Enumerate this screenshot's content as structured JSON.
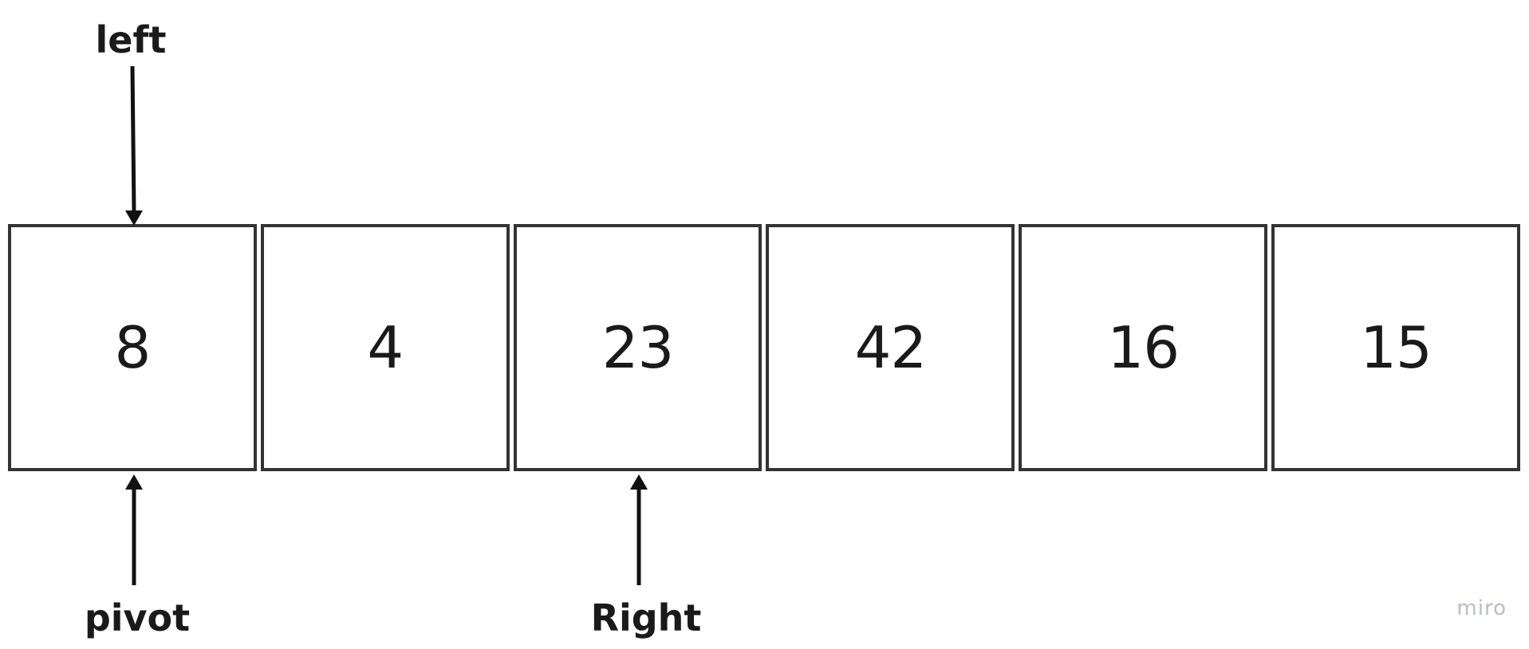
{
  "array": {
    "cells": [
      "8",
      "4",
      "23",
      "42",
      "16",
      "15"
    ]
  },
  "pointers": {
    "left": "left",
    "pivot": "pivot",
    "right": "Right"
  },
  "watermark": "miro"
}
